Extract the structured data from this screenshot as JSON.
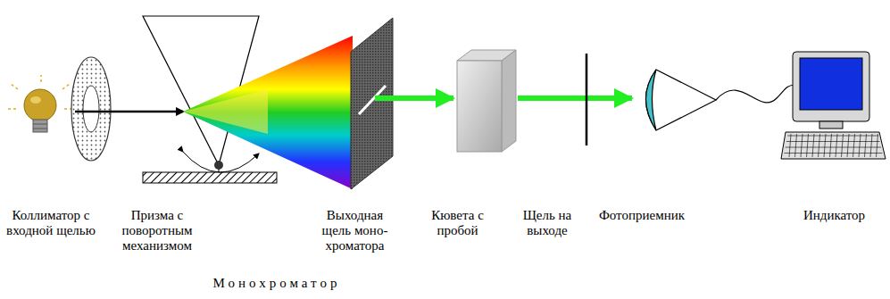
{
  "diagram": {
    "labels": [
      "Коллиматор с входной щелью",
      "Призма с поворотным механизмом",
      "Выходная щель моно-хроматора",
      "Кювета с пробой",
      "Щель на выходе",
      "Фотоприемник",
      "Индикатор",
      "Монохроматор"
    ]
  }
}
